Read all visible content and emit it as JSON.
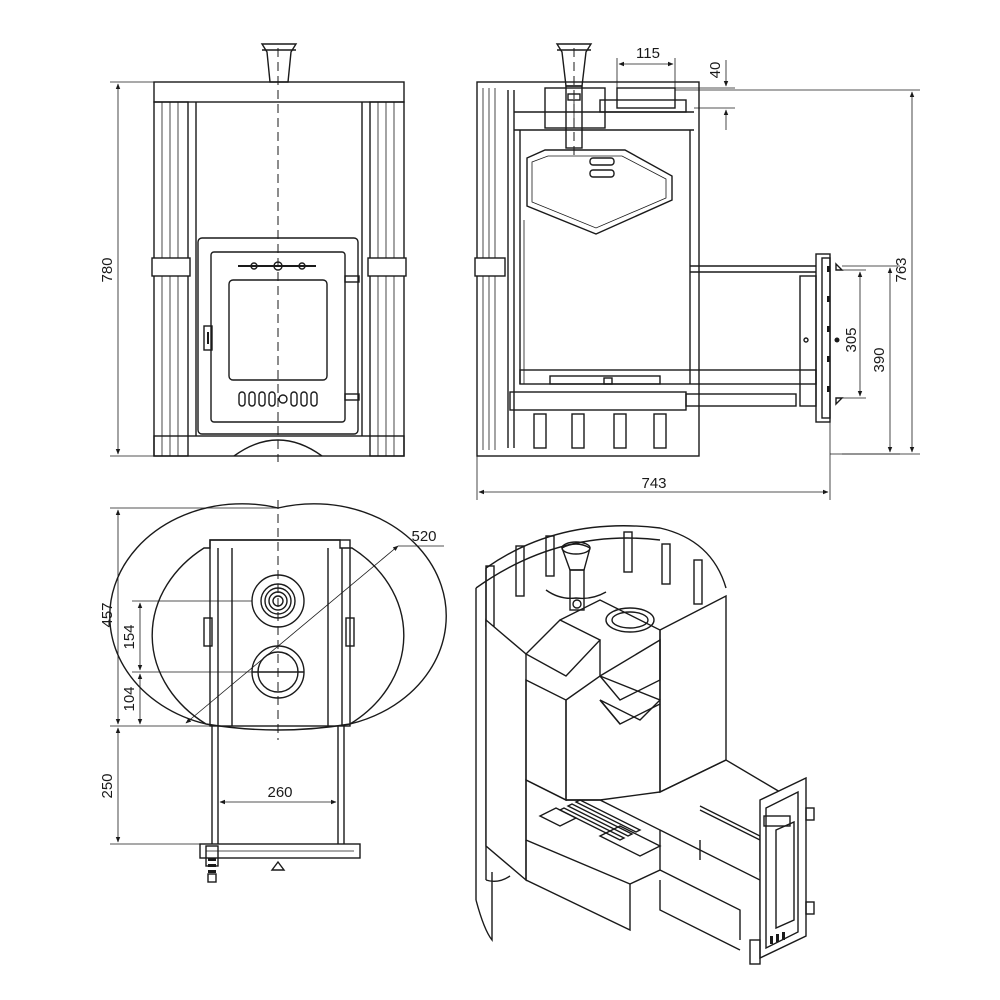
{
  "dimensions": {
    "front_height": "780",
    "side_width": "115",
    "side_collar_height": "40",
    "side_total_height": "763",
    "side_door_inner": "305",
    "side_door_outer": "390",
    "side_total_width": "743",
    "top_diameter": "520",
    "top_depth": "457",
    "top_offset_154": "154",
    "top_offset_104": "104",
    "tunnel_length": "250",
    "tunnel_width": "260"
  },
  "colors": {
    "line": "#1a1a1a",
    "background": "#ffffff"
  }
}
